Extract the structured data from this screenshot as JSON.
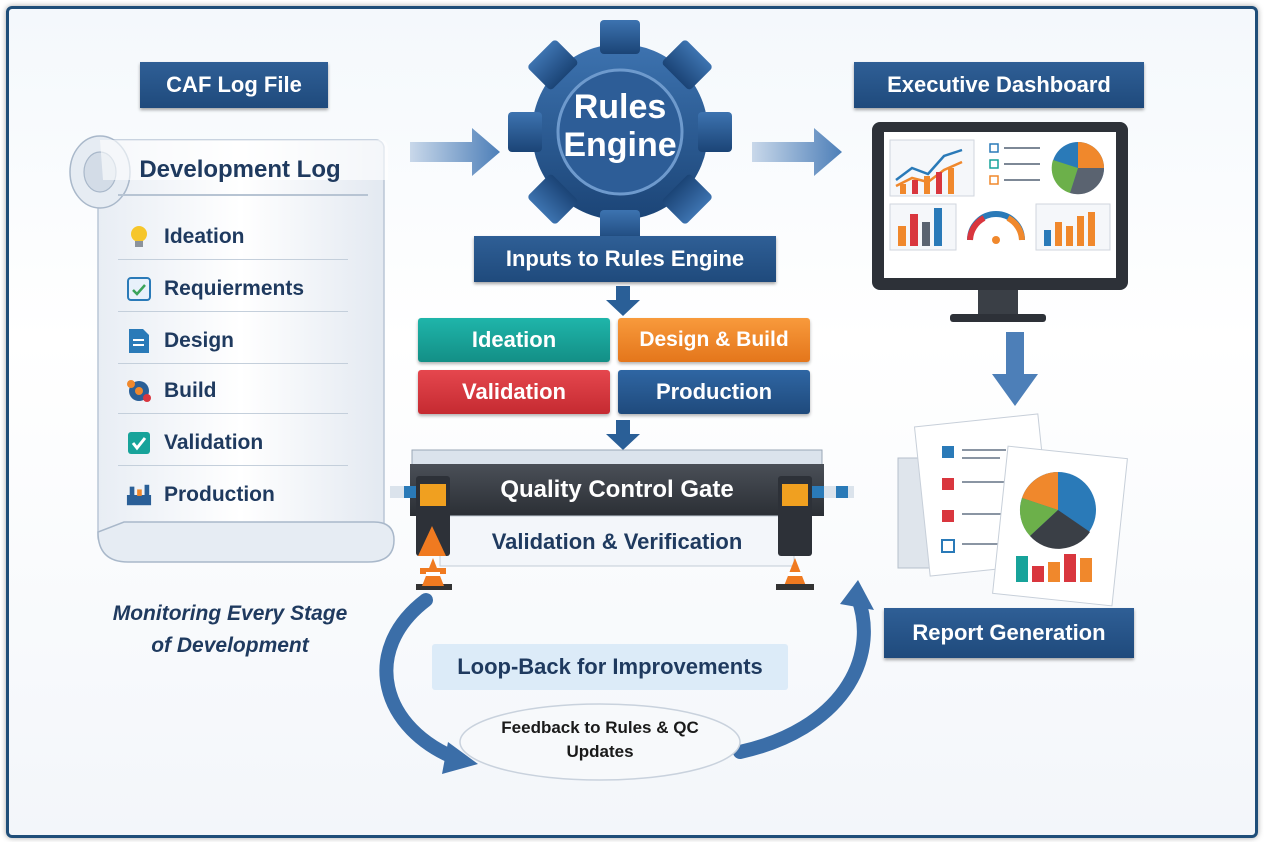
{
  "caf_log_file": "CAF Log File",
  "scroll": {
    "title": "Development Log",
    "items": [
      {
        "label": "Ideation",
        "icon": "lightbulb-icon"
      },
      {
        "label": "Requierments",
        "icon": "checklist-icon"
      },
      {
        "label": "Design",
        "icon": "document-icon"
      },
      {
        "label": "Build",
        "icon": "gears-icon"
      },
      {
        "label": "Validation",
        "icon": "checkmark-icon"
      },
      {
        "label": "Production",
        "icon": "factory-icon"
      }
    ]
  },
  "monitoring_caption_line1": "Monitoring Every Stage",
  "monitoring_caption_line2": "of Development",
  "rules_engine_line1": "Rules",
  "rules_engine_line2": "Engine",
  "inputs_label": "Inputs to Rules Engine",
  "stages": {
    "ideation": "Ideation",
    "design_build": "Design & Build",
    "validation": "Validation",
    "production": "Production"
  },
  "gate": {
    "title": "Quality Control Gate",
    "subtitle": "Validation & Verification"
  },
  "loop_back": "Loop-Back for Improvements",
  "feedback_line1": "Feedback to Rules & QC",
  "feedback_line2": "Updates",
  "executive_dashboard": "Executive Dashboard",
  "report_generation": "Report Generation",
  "colors": {
    "navy": "#1f4a7c",
    "teal": "#17a39a",
    "orange": "#f0882c",
    "red": "#d9363e",
    "blue": "#2a5f97"
  }
}
